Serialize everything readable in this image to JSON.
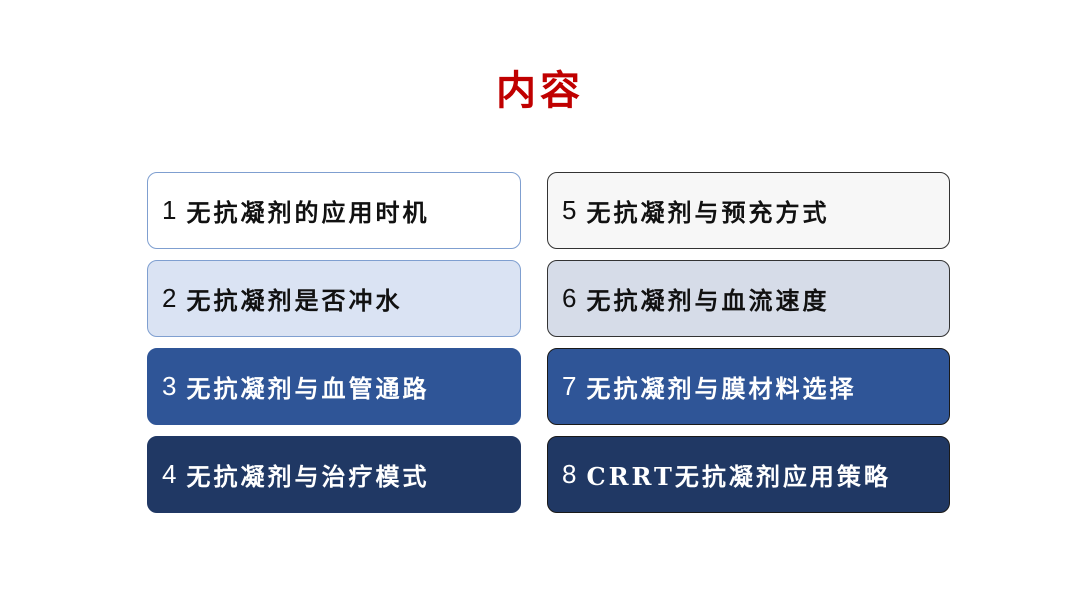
{
  "title": "内容",
  "items": [
    {
      "num": "1",
      "text": "无抗凝剂的应用时机"
    },
    {
      "num": "2",
      "text": "无抗凝剂是否冲水"
    },
    {
      "num": "3",
      "text": "无抗凝剂与血管通路"
    },
    {
      "num": "4",
      "text": "无抗凝剂与治疗模式"
    },
    {
      "num": "5",
      "text": "无抗凝剂与预充方式"
    },
    {
      "num": "6",
      "text": "无抗凝剂与血流速度"
    },
    {
      "num": "7",
      "text": "无抗凝剂与膜材料选择"
    },
    {
      "num": "8",
      "text": "CRRT无抗凝剂应用策略"
    }
  ],
  "colors": {
    "title": "#c00000",
    "light_box": "#dae3f3",
    "mid_box": "#2f5597",
    "dark_box": "#203864"
  }
}
